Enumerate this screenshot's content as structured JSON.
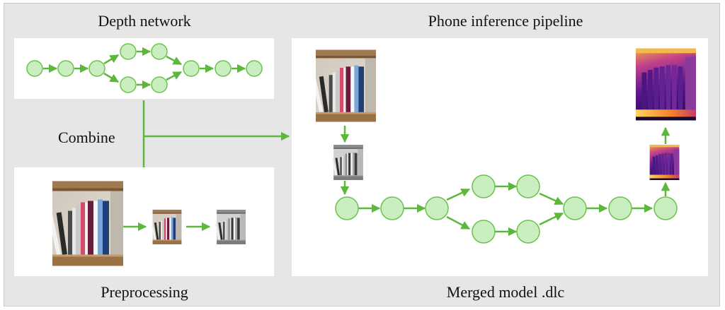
{
  "titles": {
    "depth_network": "Depth network",
    "phone_pipeline": "Phone inference pipeline",
    "combine": "Combine",
    "preprocessing": "Preprocessing",
    "merged_model": "Merged model .dlc"
  },
  "colors": {
    "node_fill": "#c9efc0",
    "node_stroke": "#6cc24a",
    "arrow": "#5bb83a",
    "background": "#e6e6e6",
    "panel": "#ffffff"
  },
  "images": {
    "bookshelf_photo": "bookshelf-photo",
    "grayscale_photo": "bookshelf-grayscale",
    "depth_map": "depth-map-inferno"
  }
}
